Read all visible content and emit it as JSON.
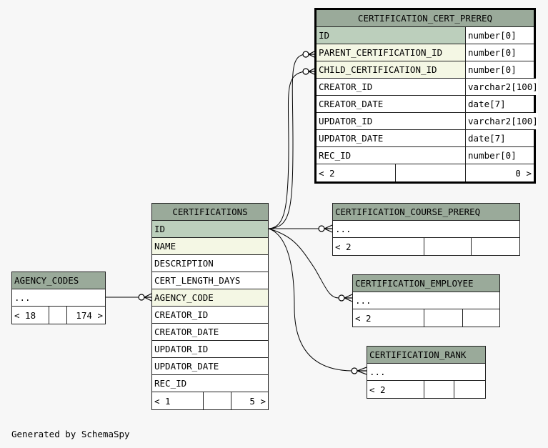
{
  "tables": {
    "prereq": {
      "title": "CERTIFICATION_CERT_PREREQ",
      "columns": [
        {
          "name": "ID",
          "type": "number[0]"
        },
        {
          "name": "PARENT_CERTIFICATION_ID",
          "type": "number[0]"
        },
        {
          "name": "CHILD_CERTIFICATION_ID",
          "type": "number[0]"
        },
        {
          "name": "CREATOR_ID",
          "type": "varchar2[100]"
        },
        {
          "name": "CREATOR_DATE",
          "type": "date[7]"
        },
        {
          "name": "UPDATOR_ID",
          "type": "varchar2[100]"
        },
        {
          "name": "UPDATOR_DATE",
          "type": "date[7]"
        },
        {
          "name": "REC_ID",
          "type": "number[0]"
        }
      ],
      "footer": {
        "parents": "< 2",
        "mid": "",
        "children": "0 >"
      }
    },
    "certifications": {
      "title": "CERTIFICATIONS",
      "columns": [
        "ID",
        "NAME",
        "DESCRIPTION",
        "CERT_LENGTH_DAYS",
        "AGENCY_CODE",
        "CREATOR_ID",
        "CREATOR_DATE",
        "UPDATOR_ID",
        "UPDATOR_DATE",
        "REC_ID"
      ],
      "footer": {
        "parents": "< 1",
        "mid": "",
        "children": "5 >"
      }
    },
    "agency_codes": {
      "title": "AGENCY_CODES",
      "row": "...",
      "footer": {
        "parents": "< 18",
        "mid": "",
        "children": "174 >"
      }
    },
    "course_prereq": {
      "title": "CERTIFICATION_COURSE_PREREQ",
      "row": "...",
      "footer": {
        "parents": "< 2",
        "mid": "",
        "children": ""
      }
    },
    "employee": {
      "title": "CERTIFICATION_EMPLOYEE",
      "row": "...",
      "footer": {
        "parents": "< 2",
        "mid": "",
        "children": ""
      }
    },
    "rank": {
      "title": "CERTIFICATION_RANK",
      "row": "...",
      "footer": {
        "parents": "< 2",
        "mid": "",
        "children": ""
      }
    }
  },
  "generated_by": "Generated by SchemaSpy",
  "colors": {
    "background": "#f7f7f7",
    "header": "#9aaa9a",
    "primary_key": "#bccfbc",
    "foreign_key": "#f4f7e4"
  }
}
